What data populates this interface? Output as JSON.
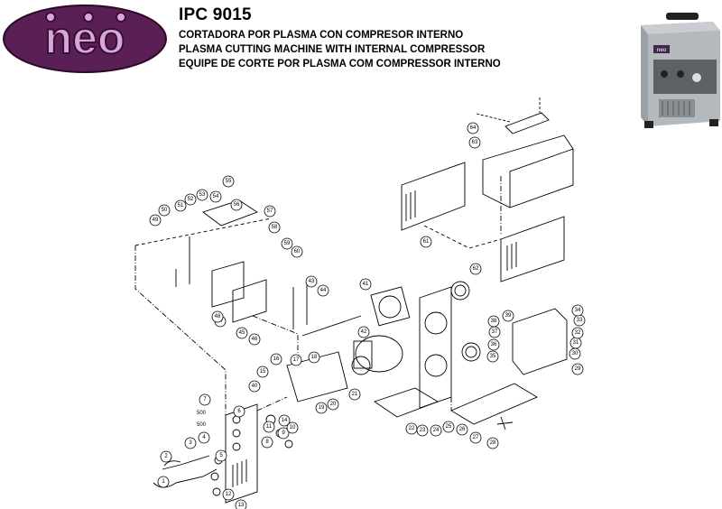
{
  "brand": {
    "logo_text": "neo",
    "color_fill": "#5a1f55",
    "color_letters": "#d6a8d8"
  },
  "header": {
    "model": "IPC 9015",
    "subtitle_es": "CORTADORA POR PLASMA CON COMPRESOR INTERNO",
    "subtitle_en": "PLASMA CUTTING MACHINE WITH INTERNAL COMPRESSOR",
    "subtitle_pt": "EQUIPE DE CORTE POR PLASMA COM COMPRESSOR INTERNO"
  },
  "product_photo": {
    "label": "neo"
  },
  "diagram": {
    "notes": [
      "500",
      "500"
    ],
    "callouts": [
      "1",
      "2",
      "3",
      "4",
      "5",
      "6",
      "7",
      "8",
      "9",
      "10",
      "11",
      "12",
      "13",
      "14",
      "15",
      "16",
      "17",
      "18",
      "19",
      "20",
      "21",
      "22",
      "23",
      "24",
      "25",
      "26",
      "27",
      "28",
      "29",
      "30",
      "31",
      "32",
      "33",
      "34",
      "35",
      "36",
      "37",
      "38",
      "39",
      "40",
      "41",
      "42",
      "43",
      "44",
      "45",
      "46",
      "47",
      "48",
      "49",
      "50",
      "51",
      "52",
      "53",
      "54",
      "55",
      "56",
      "57",
      "58",
      "59",
      "60",
      "61",
      "62",
      "63",
      "64"
    ]
  }
}
